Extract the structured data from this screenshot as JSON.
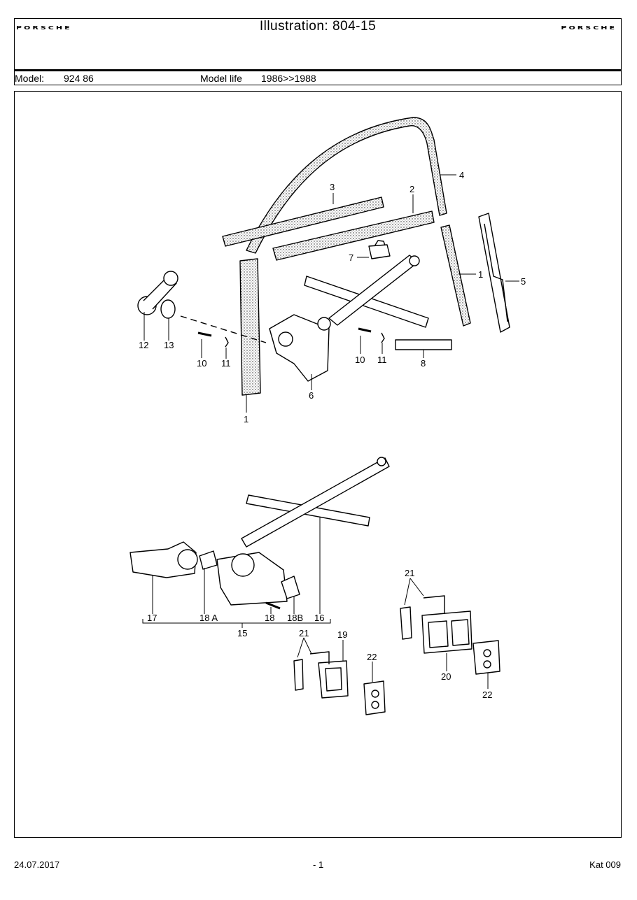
{
  "header": {
    "brand_left": "PORSCHE",
    "brand_right": "PORSCHE",
    "title": "Illustration: 804-15",
    "model_label": "Model:",
    "model_value": "924 86",
    "model_life_label": "Model life",
    "model_life_value": "1986>>1988"
  },
  "callouts": {
    "c1a": "1",
    "c1b": "1",
    "c2": "2",
    "c3": "3",
    "c4": "4",
    "c5": "5",
    "c6": "6",
    "c7": "7",
    "c8": "8",
    "c10a": "10",
    "c10b": "10",
    "c11a": "11",
    "c11b": "11",
    "c12": "12",
    "c13": "13",
    "c15": "15",
    "c16": "16",
    "c17": "17",
    "c18": "18",
    "c18a": "18 A",
    "c18b": "18B",
    "c19": "19",
    "c20": "20",
    "c21a": "21",
    "c21b": "21",
    "c22a": "22",
    "c22b": "22"
  },
  "footer": {
    "date": "24.07.2017",
    "page": "- 1",
    "catalog": "Kat 009"
  }
}
